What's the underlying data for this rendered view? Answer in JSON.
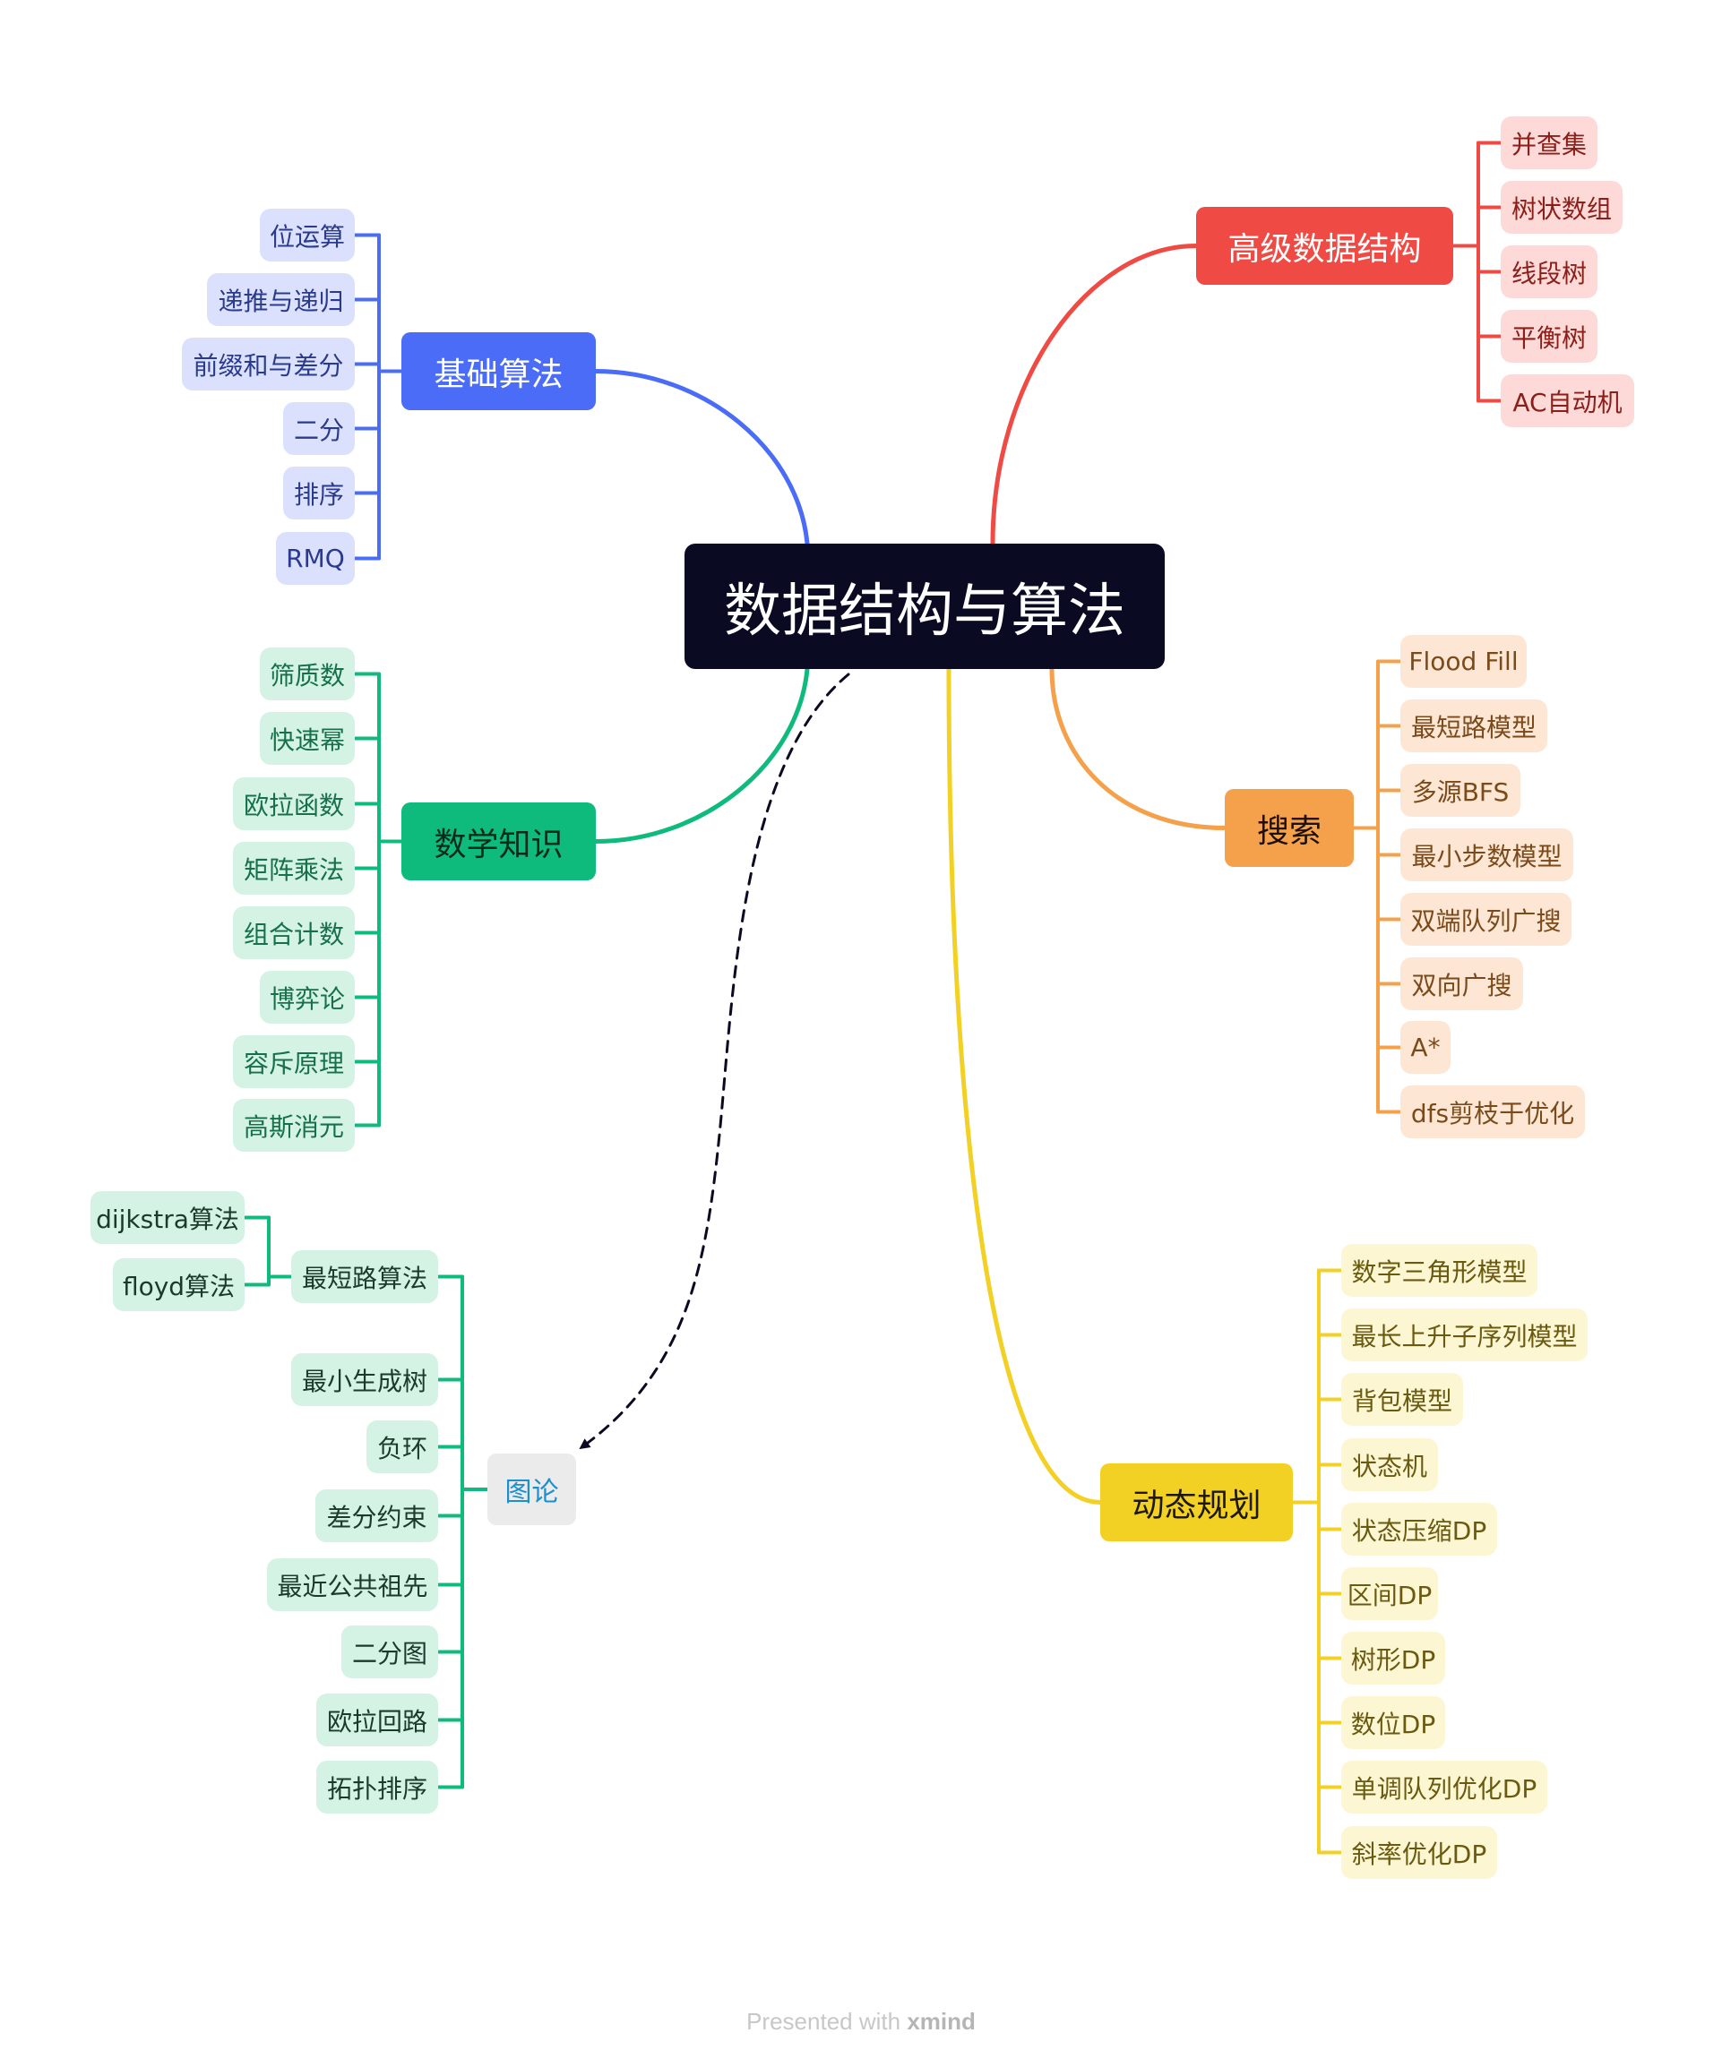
{
  "root": {
    "label": "数据结构与算法"
  },
  "branches": [
    {
      "id": "basic",
      "label": "基础算法",
      "color": "#4a6cf7",
      "children": [
        "位运算",
        "递推与递归",
        "前缀和与差分",
        "二分",
        "排序",
        "RMQ"
      ]
    },
    {
      "id": "math",
      "label": "数学知识",
      "color": "#0fbb7c",
      "children": [
        "筛质数",
        "快速幂",
        "欧拉函数",
        "矩阵乘法",
        "组合计数",
        "博弈论",
        "容斥原理",
        "高斯消元"
      ]
    },
    {
      "id": "graph",
      "label": "图论",
      "color": "#0fbb7c",
      "link_style": "dashed",
      "children": [
        {
          "label": "最短路算法",
          "children": [
            "dijkstra算法",
            "floyd算法"
          ]
        },
        {
          "label": "最小生成树"
        },
        {
          "label": "负环"
        },
        {
          "label": "差分约束"
        },
        {
          "label": "最近公共祖先"
        },
        {
          "label": "二分图"
        },
        {
          "label": "欧拉回路"
        },
        {
          "label": "拓扑排序"
        }
      ]
    },
    {
      "id": "advanced",
      "label": "高级数据结构",
      "color": "#f04a44",
      "children": [
        "并查集",
        "树状数组",
        "线段树",
        "平衡树",
        "AC自动机"
      ]
    },
    {
      "id": "search",
      "label": "搜索",
      "color": "#f5a04b",
      "children": [
        "Flood Fill",
        "最短路模型",
        "多源BFS",
        "最小步数模型",
        "双端队列广搜",
        "双向广搜",
        "A*",
        "dfs剪枝于优化"
      ]
    },
    {
      "id": "dp",
      "label": "动态规划",
      "color": "#f2d024",
      "children": [
        "数字三角形模型",
        "最长上升子序列模型",
        "背包模型",
        "状态机",
        "状态压缩DP",
        "区间DP",
        "树形DP",
        "数位DP",
        "单调队列优化DP",
        "斜率优化DP"
      ]
    }
  ],
  "footer": {
    "prefix": "Presented with ",
    "brand": "xmind"
  }
}
